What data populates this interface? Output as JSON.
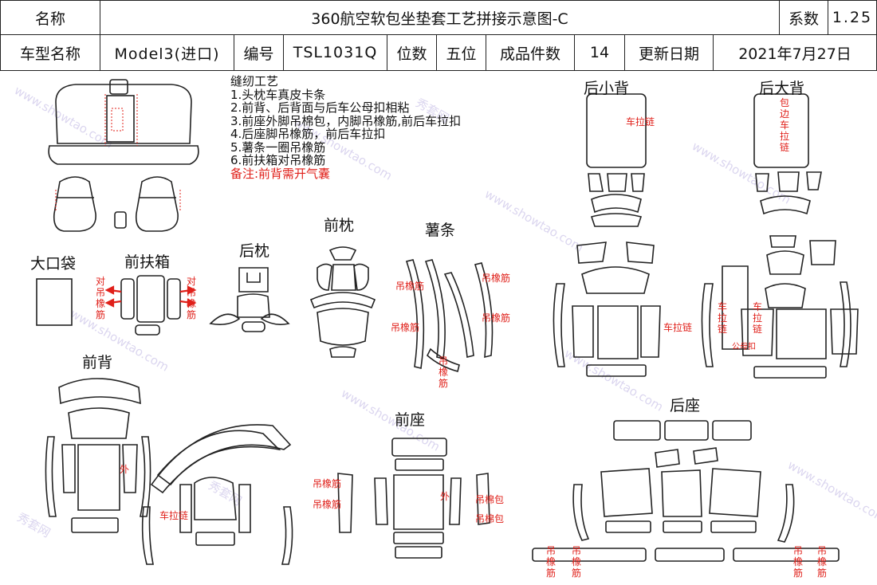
{
  "header": {
    "name_label": "名称",
    "title": "360航空软包坐垫套工艺拼接示意图-C",
    "coef_label": "系数",
    "coef_value": "1.25",
    "model_label": "车型名称",
    "model_value": "Model3(进口)",
    "code_label": "编号",
    "code_value": "TSL1031Q",
    "seats_label": "位数",
    "seats_value": "五位",
    "pieces_label": "成品件数",
    "pieces_value": "14",
    "date_label": "更新日期",
    "date_value": "2021年7月27日"
  },
  "notes": {
    "title": "缝纫工艺",
    "items": [
      "1.头枕车真皮卡条",
      "2.前背、后背面与后车公母扣相粘",
      "3.前座外脚吊棉包，内脚吊橡筋,前后车拉扣",
      "4.后座脚吊橡筋，前后车拉扣",
      "5.薯条一圈吊橡筋",
      "6.前扶箱对吊橡筋"
    ],
    "remark": "备注:前背需开气囊"
  },
  "sections": {
    "rear_small_back": "后小背",
    "rear_big_back": "后大背",
    "big_pocket": "大口袋",
    "front_armrest": "前扶箱",
    "rear_pillow": "后枕",
    "front_pillow": "前枕",
    "fries_strip": "薯条",
    "front_back": "前背",
    "front_seat": "前座",
    "rear_seat": "后座"
  },
  "annotations": {
    "zipper": "车拉链",
    "zipper_v": "包边车拉链",
    "elastic": "吊橡筋",
    "pair_elastic": "对吊橡筋",
    "outer": "外",
    "cotton_bag": "吊棉包",
    "male_female": "公母扣"
  },
  "watermark": {
    "brand": "秀套网",
    "site": "www.showtao.com"
  },
  "colors": {
    "annotation_red": "#e0201a",
    "watermark": "#b9aee0"
  }
}
